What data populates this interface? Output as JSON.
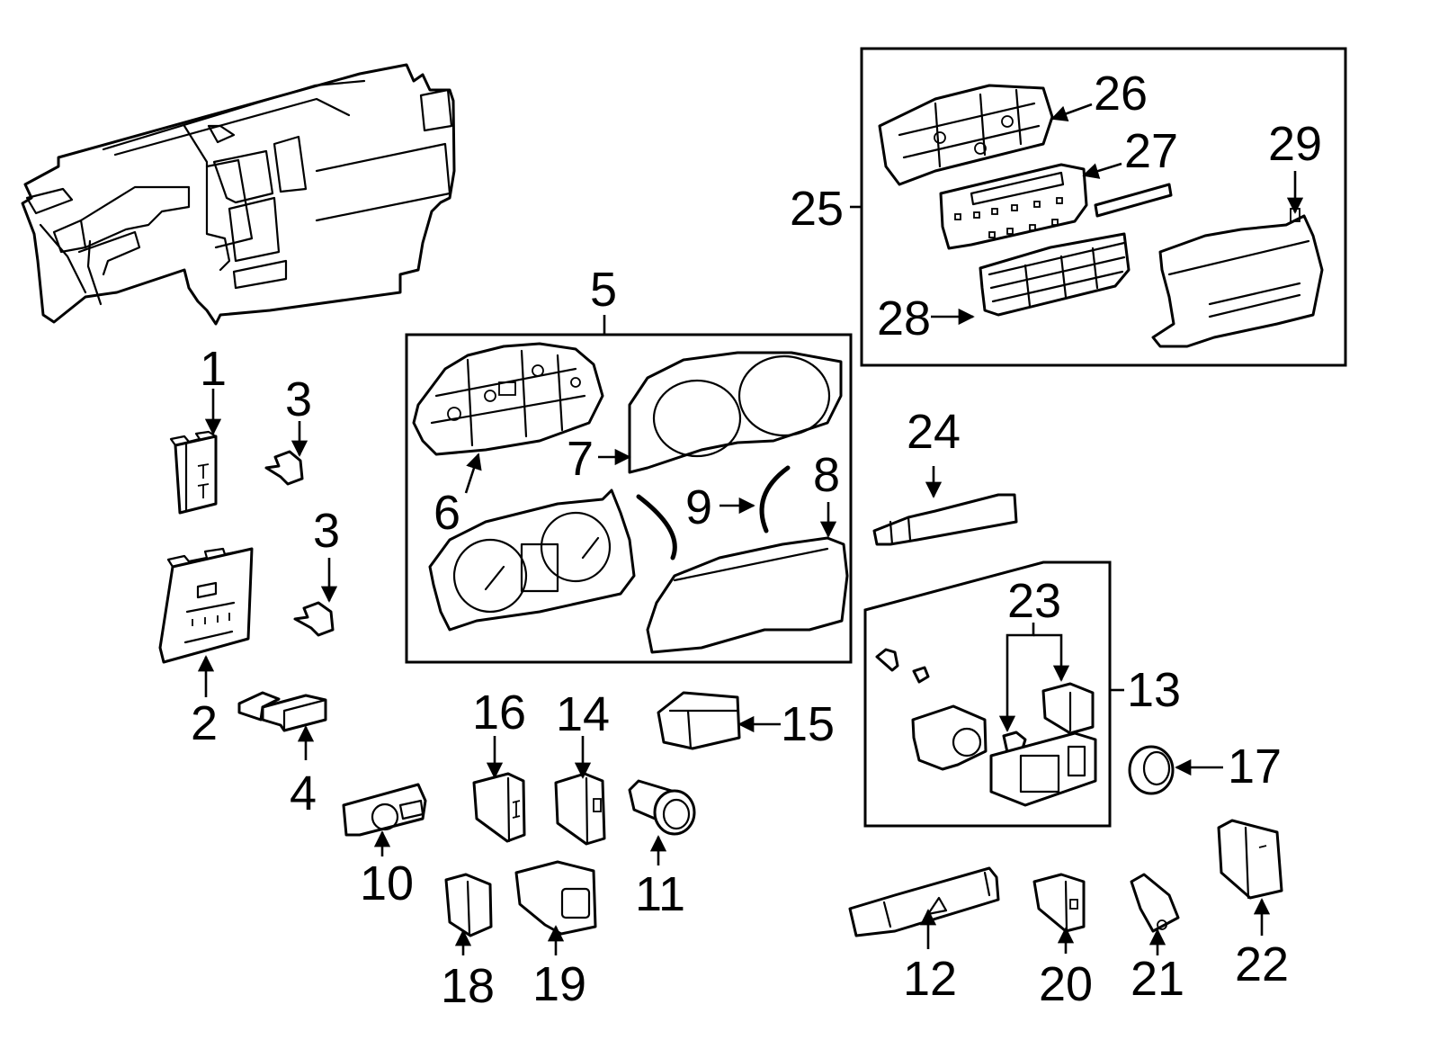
{
  "diagram": {
    "type": "exploded-parts-diagram",
    "subject": "Instrument panel, cluster, switches and climate control components",
    "colors": {
      "line": "#000000",
      "background": "#ffffff"
    },
    "callouts": {
      "c1": "1",
      "c2": "2",
      "c3a": "3",
      "c3b": "3",
      "c4": "4",
      "c5": "5",
      "c6": "6",
      "c7": "7",
      "c8": "8",
      "c9": "9",
      "c10": "10",
      "c11": "11",
      "c12": "12",
      "c13": "13",
      "c14": "14",
      "c15": "15",
      "c16": "16",
      "c17": "17",
      "c18": "18",
      "c19": "19",
      "c20": "20",
      "c21": "21",
      "c22": "22",
      "c23": "23",
      "c24": "24",
      "c25": "25",
      "c26": "26",
      "c27": "27",
      "c28": "28",
      "c29": "29"
    },
    "groups": [
      {
        "label": "5",
        "members": [
          "6",
          "7",
          "8",
          "9"
        ]
      },
      {
        "label": "13",
        "members": [
          "23"
        ]
      },
      {
        "label": "25",
        "members": [
          "26",
          "27",
          "28",
          "29"
        ]
      }
    ]
  }
}
